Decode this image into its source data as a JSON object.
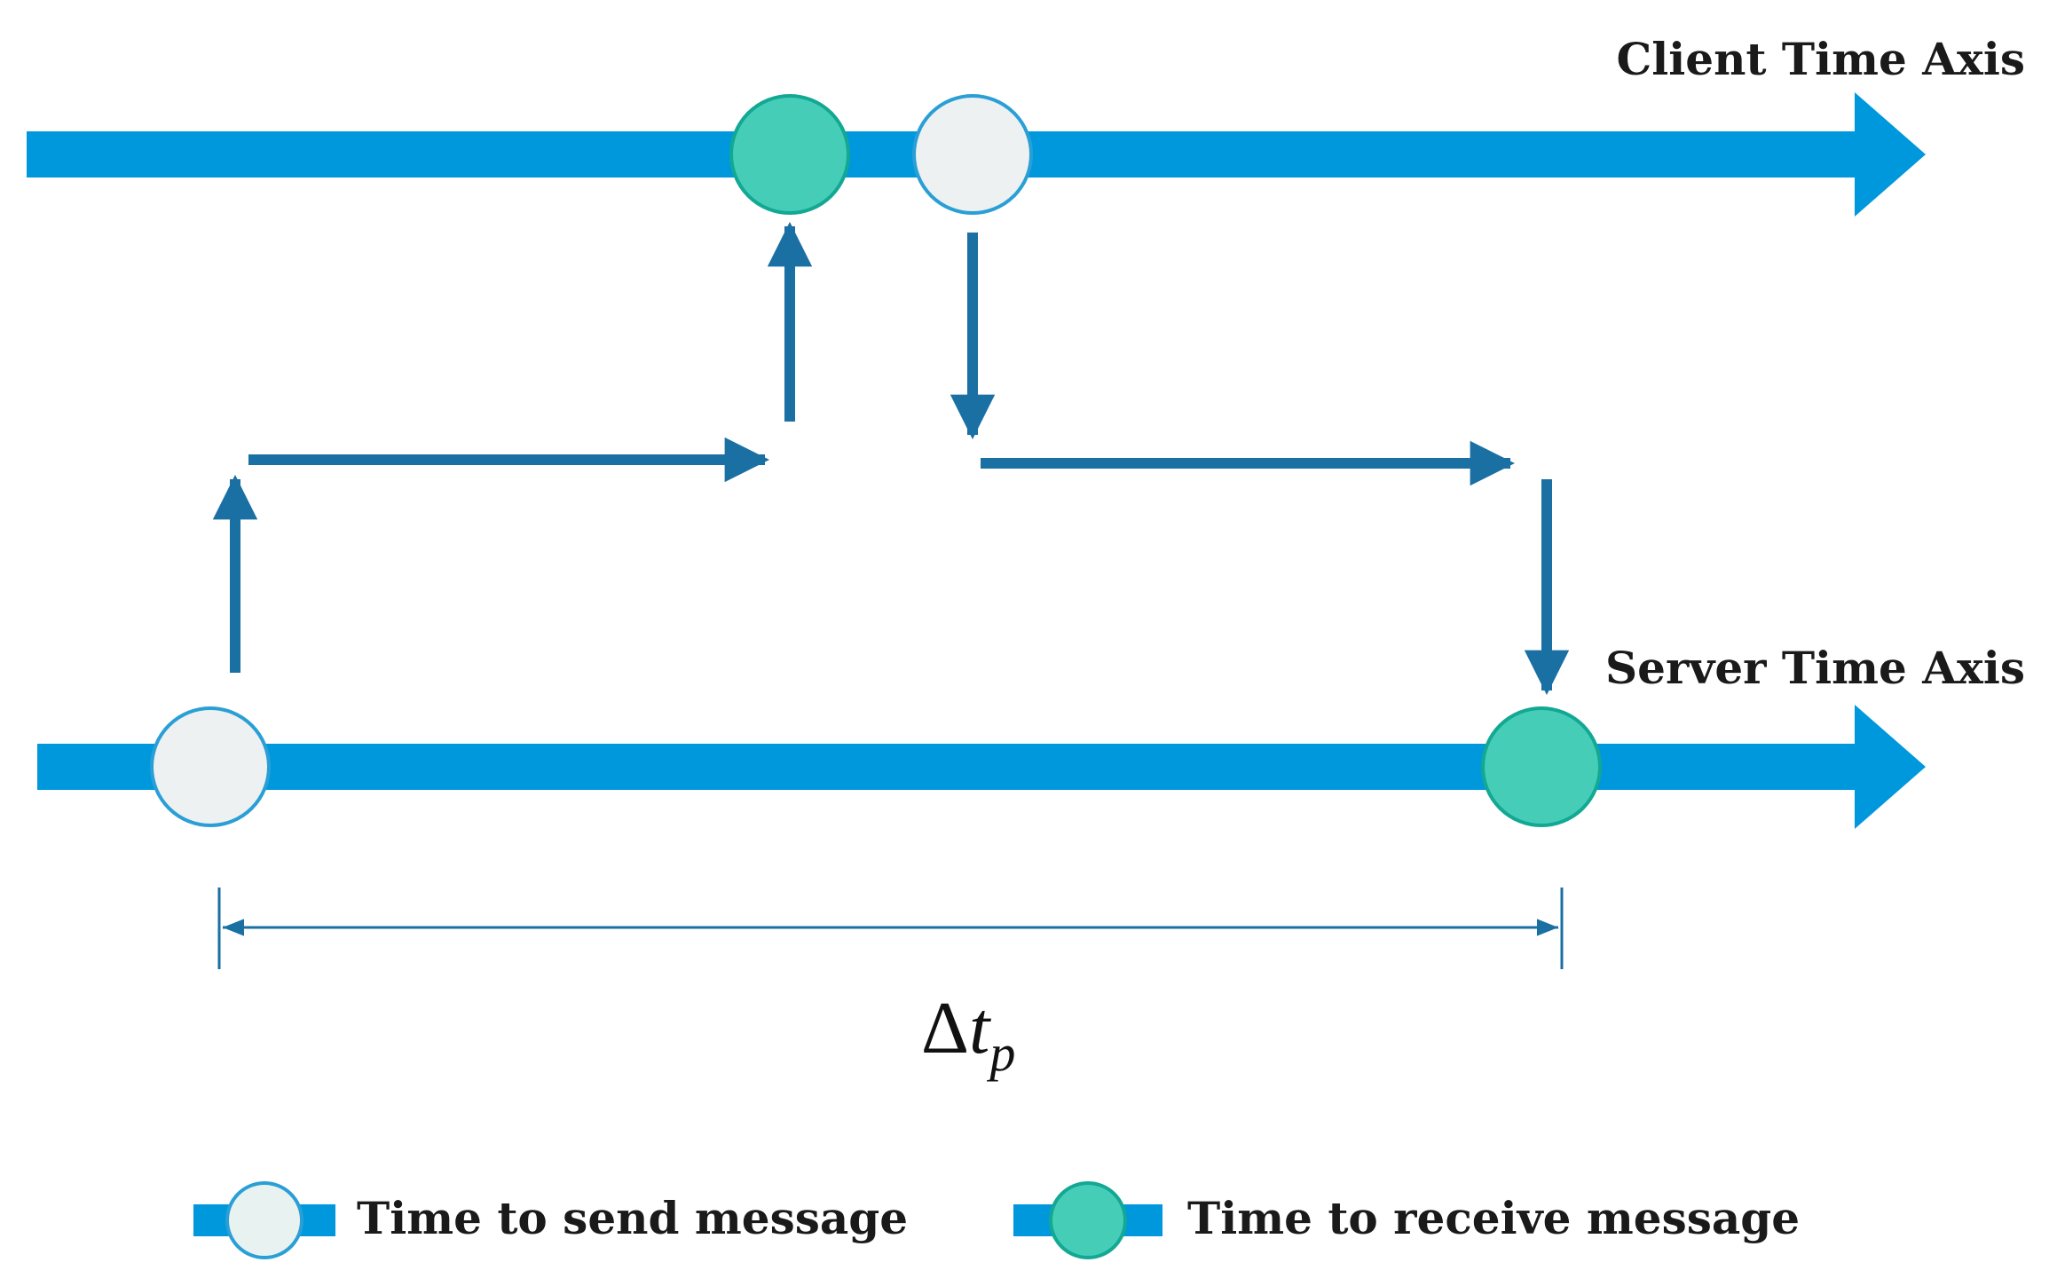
{
  "axes": {
    "client_label": "Client Time Axis",
    "server_label": "Server Time Axis"
  },
  "interval": {
    "symbol": "Δ",
    "variable": "t",
    "subscript": "p"
  },
  "legend": {
    "send_label": "Time to send message",
    "receive_label": "Time to receive message"
  },
  "colors": {
    "axis_blue": "#0098dc",
    "arrow_blue": "#1a6fa3",
    "receive_fill": "#45cdb8",
    "receive_stroke": "#12a893",
    "send_fill": "#eef1f1",
    "send_stroke": "#2a9fd6"
  }
}
